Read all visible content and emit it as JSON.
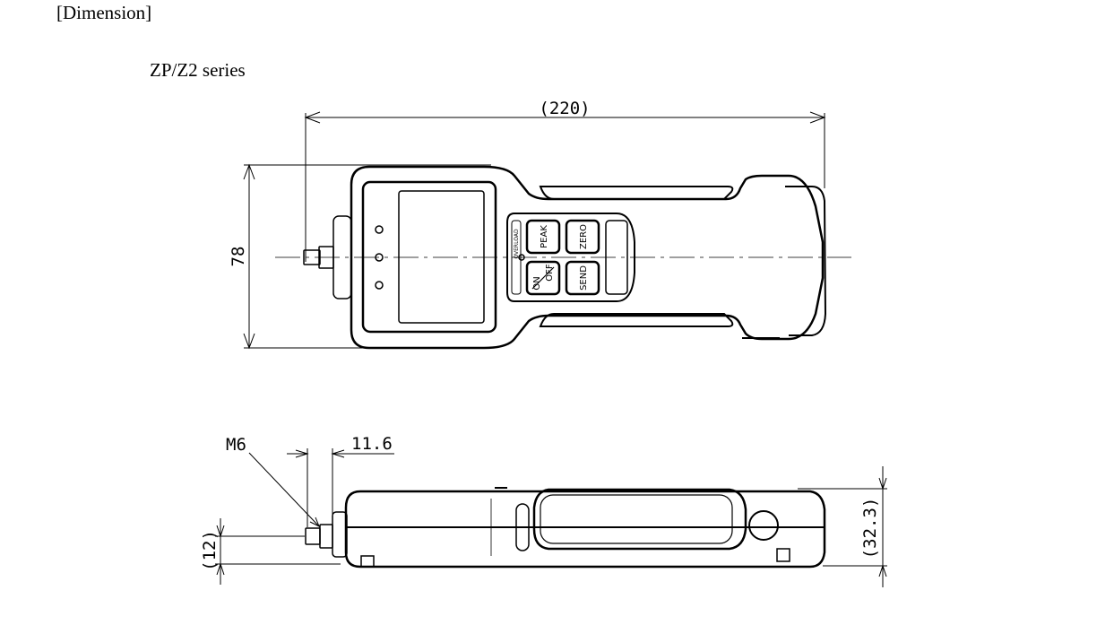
{
  "document": {
    "section_title": "[Dimension]",
    "series_title": "ZP/Z2 series"
  },
  "top_view": {
    "dim_length": "(220)",
    "dim_height": "78",
    "buttons": {
      "peak": "PEAK",
      "zero": "ZERO",
      "on_off_on": "ON",
      "on_off_off": "OFF",
      "send": "SEND"
    },
    "overload_label": "OVERLOAD"
  },
  "side_view": {
    "thread_label": "M6",
    "dim_thread_length": "11.6",
    "dim_shaft_height": "(12)",
    "dim_thickness": "(32.3)"
  }
}
